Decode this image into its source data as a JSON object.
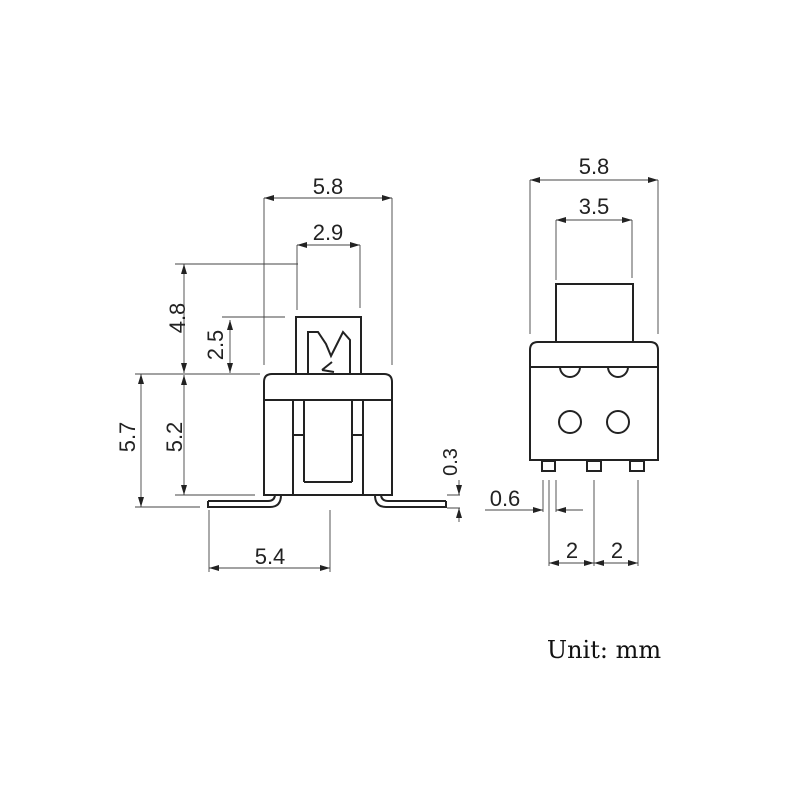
{
  "title": "Slide switch dimension drawing",
  "unit_label": "Unit: mm",
  "side_view": {
    "width_total": "5.8",
    "actuator_width": "2.9",
    "actuator_total_height": "4.8",
    "actuator_height": "2.5",
    "overall_height": "5.7",
    "body_height": "5.2",
    "lead_thickness": "0.3",
    "lead_span": "5.4"
  },
  "front_view": {
    "width_total": "5.8",
    "actuator_width": "3.5",
    "pin_width": "0.6",
    "pitch_1": "2",
    "pitch_2": "2"
  },
  "colors": {
    "line": "#222222",
    "background": "#ffffff"
  }
}
